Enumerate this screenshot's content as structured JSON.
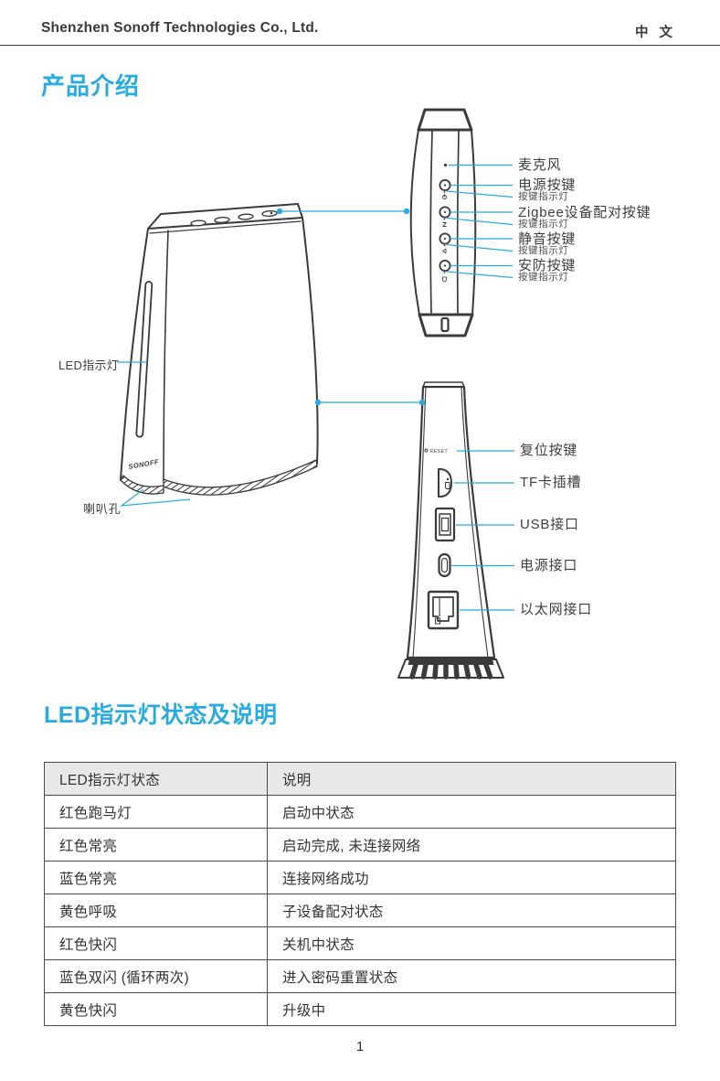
{
  "header": {
    "company": "Shenzhen Sonoff Technologies Co., Ltd.",
    "language": "中 文"
  },
  "intro": {
    "title": "产品介绍"
  },
  "diagram": {
    "front_panel": {
      "mic_label": "麦克风",
      "buttons": [
        {
          "label": "电源按键",
          "sub": "按键指示灯"
        },
        {
          "label": "Zigbee设备配对按键",
          "sub": "按键指示灯"
        },
        {
          "label": "静音按键",
          "sub": "按键指示灯"
        },
        {
          "label": "安防按键",
          "sub": "按键指示灯"
        }
      ]
    },
    "main_device": {
      "led_label": "LED指示灯",
      "speaker_label": "喇叭孔",
      "logo": "SONOFF"
    },
    "back_panel": {
      "reset_marking": "RESET",
      "ports": [
        {
          "label": "复位按键"
        },
        {
          "label": "TF卡插槽"
        },
        {
          "label": "USB接口"
        },
        {
          "label": "电源接口"
        },
        {
          "label": "以太网接口"
        }
      ]
    }
  },
  "led_section": {
    "title": "LED指示灯状态及说明",
    "table": {
      "headers": [
        "LED指示灯状态",
        "说明"
      ],
      "rows": [
        [
          "红色跑马灯",
          "启动中状态"
        ],
        [
          "红色常亮",
          "启动完成, 未连接网络"
        ],
        [
          "蓝色常亮",
          "连接网络成功"
        ],
        [
          "黄色呼吸",
          "子设备配对状态"
        ],
        [
          "红色快闪",
          "关机中状态"
        ],
        [
          "蓝色双闪 (循环两次)",
          "进入密码重置状态"
        ],
        [
          "黄色快闪",
          "升级中"
        ]
      ]
    }
  },
  "footer": {
    "page_number": "1"
  },
  "colors": {
    "accent": "#29abe2",
    "line_art": "#3b3b3b"
  }
}
